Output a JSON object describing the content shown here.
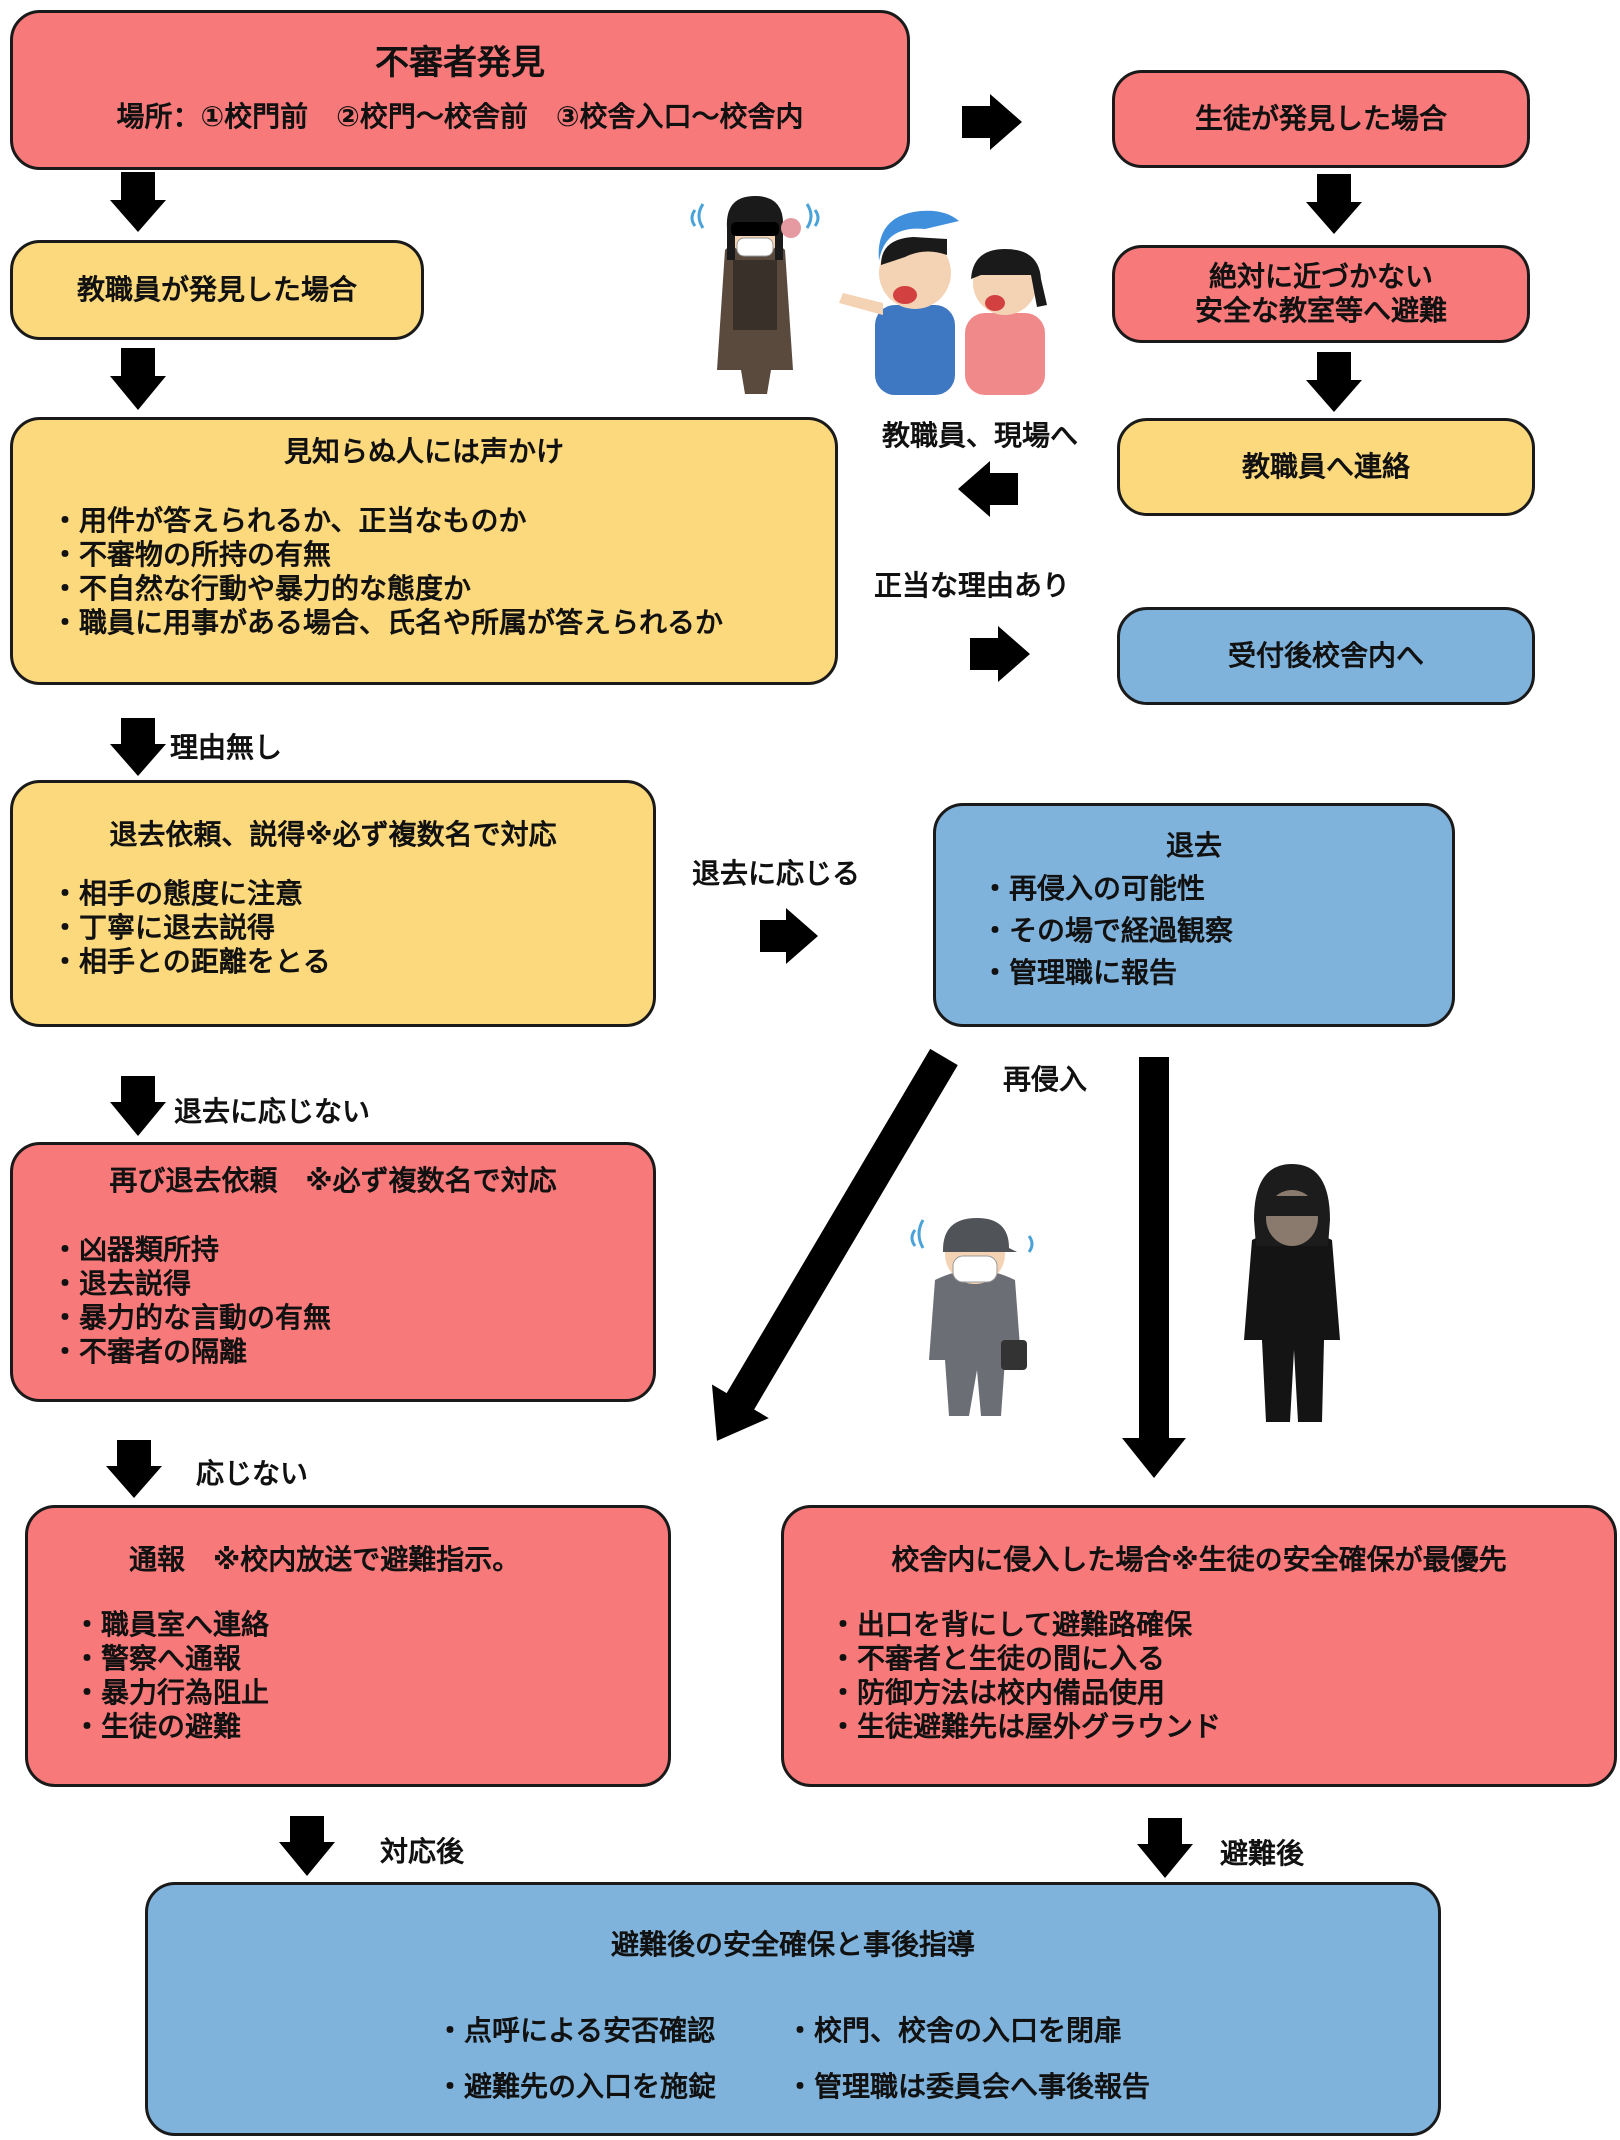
{
  "top": {
    "title": "不審者発見",
    "places": "場所：①校門前　②校門～校舎前　③校舎入口～校舎内"
  },
  "student_found": "生徒が発見した場合",
  "no_approach": [
    "絶対に近づかない",
    "安全な教室等へ避難"
  ],
  "contact_staff": "教職員へ連絡",
  "staff_found": "教職員が発見した場合",
  "call_out": {
    "title": "見知らぬ人には声かけ",
    "items": [
      "・用件が答えられるか、正当なものか",
      "・不審物の所持の有無",
      "・不自然な行動や暴力的な態度か",
      "・職員に用事がある場合、氏名や所属が答えられるか"
    ]
  },
  "label_staff_to_site": "教職員、現場へ",
  "label_valid_reason": "正当な理由あり",
  "reception": "受付後校舎内へ",
  "label_no_reason": "理由無し",
  "leave_request": {
    "title": "退去依頼、説得※必ず複数名で対応",
    "items": [
      "・相手の態度に注意",
      "・丁寧に退去説得",
      "・相手との距離をとる"
    ]
  },
  "label_accept_leave": "退去に応じる",
  "leave": {
    "title": "退去",
    "items": [
      "・再侵入の可能性",
      "・その場で経過観察",
      "・管理職に報告"
    ]
  },
  "label_reentry": "再侵入",
  "label_refuse_leave": "退去に応じない",
  "again": {
    "title": "再び退去依頼　※必ず複数名で対応",
    "items": [
      "・凶器類所持",
      "・退去説得",
      "・暴力的な言動の有無",
      "・不審者の隔離"
    ]
  },
  "label_refuse": "応じない",
  "report": {
    "title": "通報　※校内放送で避難指示。",
    "items": [
      "・職員室へ連絡",
      "・警察へ通報",
      "・暴力行為阻止",
      "・生徒の避難"
    ]
  },
  "intrusion": {
    "title": "校舎内に侵入した場合※生徒の安全確保が最優先",
    "items": [
      "・出口を背にして避難路確保",
      "・不審者と生徒の間に入る",
      "・防御方法は校内備品使用",
      "・生徒避難先は屋外グラウンド"
    ]
  },
  "label_after_response": "対応後",
  "label_after_evac": "避難後",
  "final": {
    "title": "避難後の安全確保と事後指導",
    "left": [
      "・点呼による安否確認",
      "・避難先の入口を施錠"
    ],
    "right": [
      "・校門、校舎の入口を閉扉",
      "・管理職は委員会へ事後報告"
    ]
  },
  "colors": {
    "red": "#f8797a",
    "yellow": "#fcd97d",
    "blue": "#7fb3dc"
  }
}
